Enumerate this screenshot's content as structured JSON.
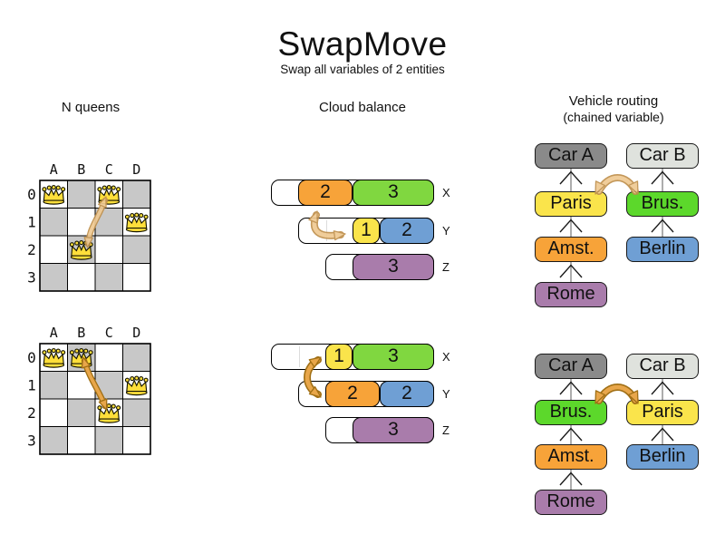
{
  "header": {
    "title": "SwapMove",
    "subtitle": "Swap all variables of 2 entities"
  },
  "sections": {
    "nqueens": {
      "label": "N queens"
    },
    "cloud": {
      "label": "Cloud balance"
    },
    "vehicle": {
      "label": "Vehicle routing",
      "sublabel": "(chained variable)"
    }
  },
  "palette": {
    "orange": "#F7A339",
    "green": "#80D740",
    "vivid_green": "#5CD82B",
    "yellow": "#FAE44B",
    "blue": "#6F9FD4",
    "purple": "#A97CAB",
    "car_a_gray": "#8A8A8A",
    "car_b_gray": "#DFE2DD",
    "board_dark": "#C8C8C8",
    "board_light": "#FFFFFF",
    "queen_gold": "#FFDF3B",
    "swap_light_fill": "#EFC992",
    "swap_light_stroke": "#BE8F4C",
    "swap_strong_fill": "#E8A64A",
    "swap_strong_stroke": "#A06F15",
    "link_line": "#8a8a8a",
    "link_chevron": "#1a1a1a"
  },
  "nqueens": {
    "column_labels": [
      "A",
      "B",
      "C",
      "D"
    ],
    "row_labels": [
      "0",
      "1",
      "2",
      "3"
    ],
    "states": [
      {
        "name": "before",
        "queens": [
          {
            "col": "A",
            "row": "0"
          },
          {
            "col": "C",
            "row": "0"
          },
          {
            "col": "D",
            "row": "1"
          },
          {
            "col": "B",
            "row": "2"
          }
        ],
        "swap": {
          "from": "C0",
          "to": "B2"
        }
      },
      {
        "name": "after",
        "queens": [
          {
            "col": "A",
            "row": "0"
          },
          {
            "col": "B",
            "row": "0"
          },
          {
            "col": "D",
            "row": "1"
          },
          {
            "col": "C",
            "row": "2"
          }
        ],
        "swap": {
          "from": "B0",
          "to": "C2"
        }
      }
    ]
  },
  "cloud": {
    "states": [
      {
        "name": "before",
        "rows": [
          {
            "label": "X",
            "capacity": 6,
            "blocks": [
              {
                "value": "2",
                "color": "orange"
              },
              {
                "value": "3",
                "color": "green"
              }
            ]
          },
          {
            "label": "Y",
            "capacity": 5,
            "blocks": [
              {
                "value": "1",
                "color": "yellow"
              },
              {
                "value": "2",
                "color": "blue"
              }
            ]
          },
          {
            "label": "Z",
            "capacity": 4,
            "blocks": [
              {
                "value": "3",
                "color": "purple"
              }
            ]
          }
        ],
        "swap": {
          "from": "X:2",
          "to": "Y:1"
        }
      },
      {
        "name": "after",
        "rows": [
          {
            "label": "X",
            "capacity": 6,
            "blocks": [
              {
                "value": "1",
                "color": "yellow"
              },
              {
                "value": "3",
                "color": "green"
              }
            ]
          },
          {
            "label": "Y",
            "capacity": 5,
            "blocks": [
              {
                "value": "2",
                "color": "orange"
              },
              {
                "value": "2",
                "color": "blue"
              }
            ]
          },
          {
            "label": "Z",
            "capacity": 4,
            "blocks": [
              {
                "value": "3",
                "color": "purple"
              }
            ]
          }
        ],
        "swap": {
          "from": "X:1",
          "to": "Y:2"
        }
      }
    ]
  },
  "vehicle": {
    "states": [
      {
        "name": "before",
        "chains": [
          {
            "nodes": [
              {
                "label": "Car A",
                "color": "car_a_gray"
              },
              {
                "label": "Paris",
                "color": "yellow"
              },
              {
                "label": "Amst.",
                "color": "orange"
              },
              {
                "label": "Rome",
                "color": "purple"
              }
            ]
          },
          {
            "nodes": [
              {
                "label": "Car B",
                "color": "car_b_gray"
              },
              {
                "label": "Brus.",
                "color": "vivid_green"
              },
              {
                "label": "Berlin",
                "color": "blue"
              }
            ]
          }
        ],
        "swap": {
          "from": "Paris",
          "to": "Brus."
        }
      },
      {
        "name": "after",
        "chains": [
          {
            "nodes": [
              {
                "label": "Car A",
                "color": "car_a_gray"
              },
              {
                "label": "Brus.",
                "color": "vivid_green"
              },
              {
                "label": "Amst.",
                "color": "orange"
              },
              {
                "label": "Rome",
                "color": "purple"
              }
            ]
          },
          {
            "nodes": [
              {
                "label": "Car B",
                "color": "car_b_gray"
              },
              {
                "label": "Paris",
                "color": "yellow"
              },
              {
                "label": "Berlin",
                "color": "blue"
              }
            ]
          }
        ],
        "swap": {
          "from": "Brus.",
          "to": "Paris"
        }
      }
    ]
  }
}
